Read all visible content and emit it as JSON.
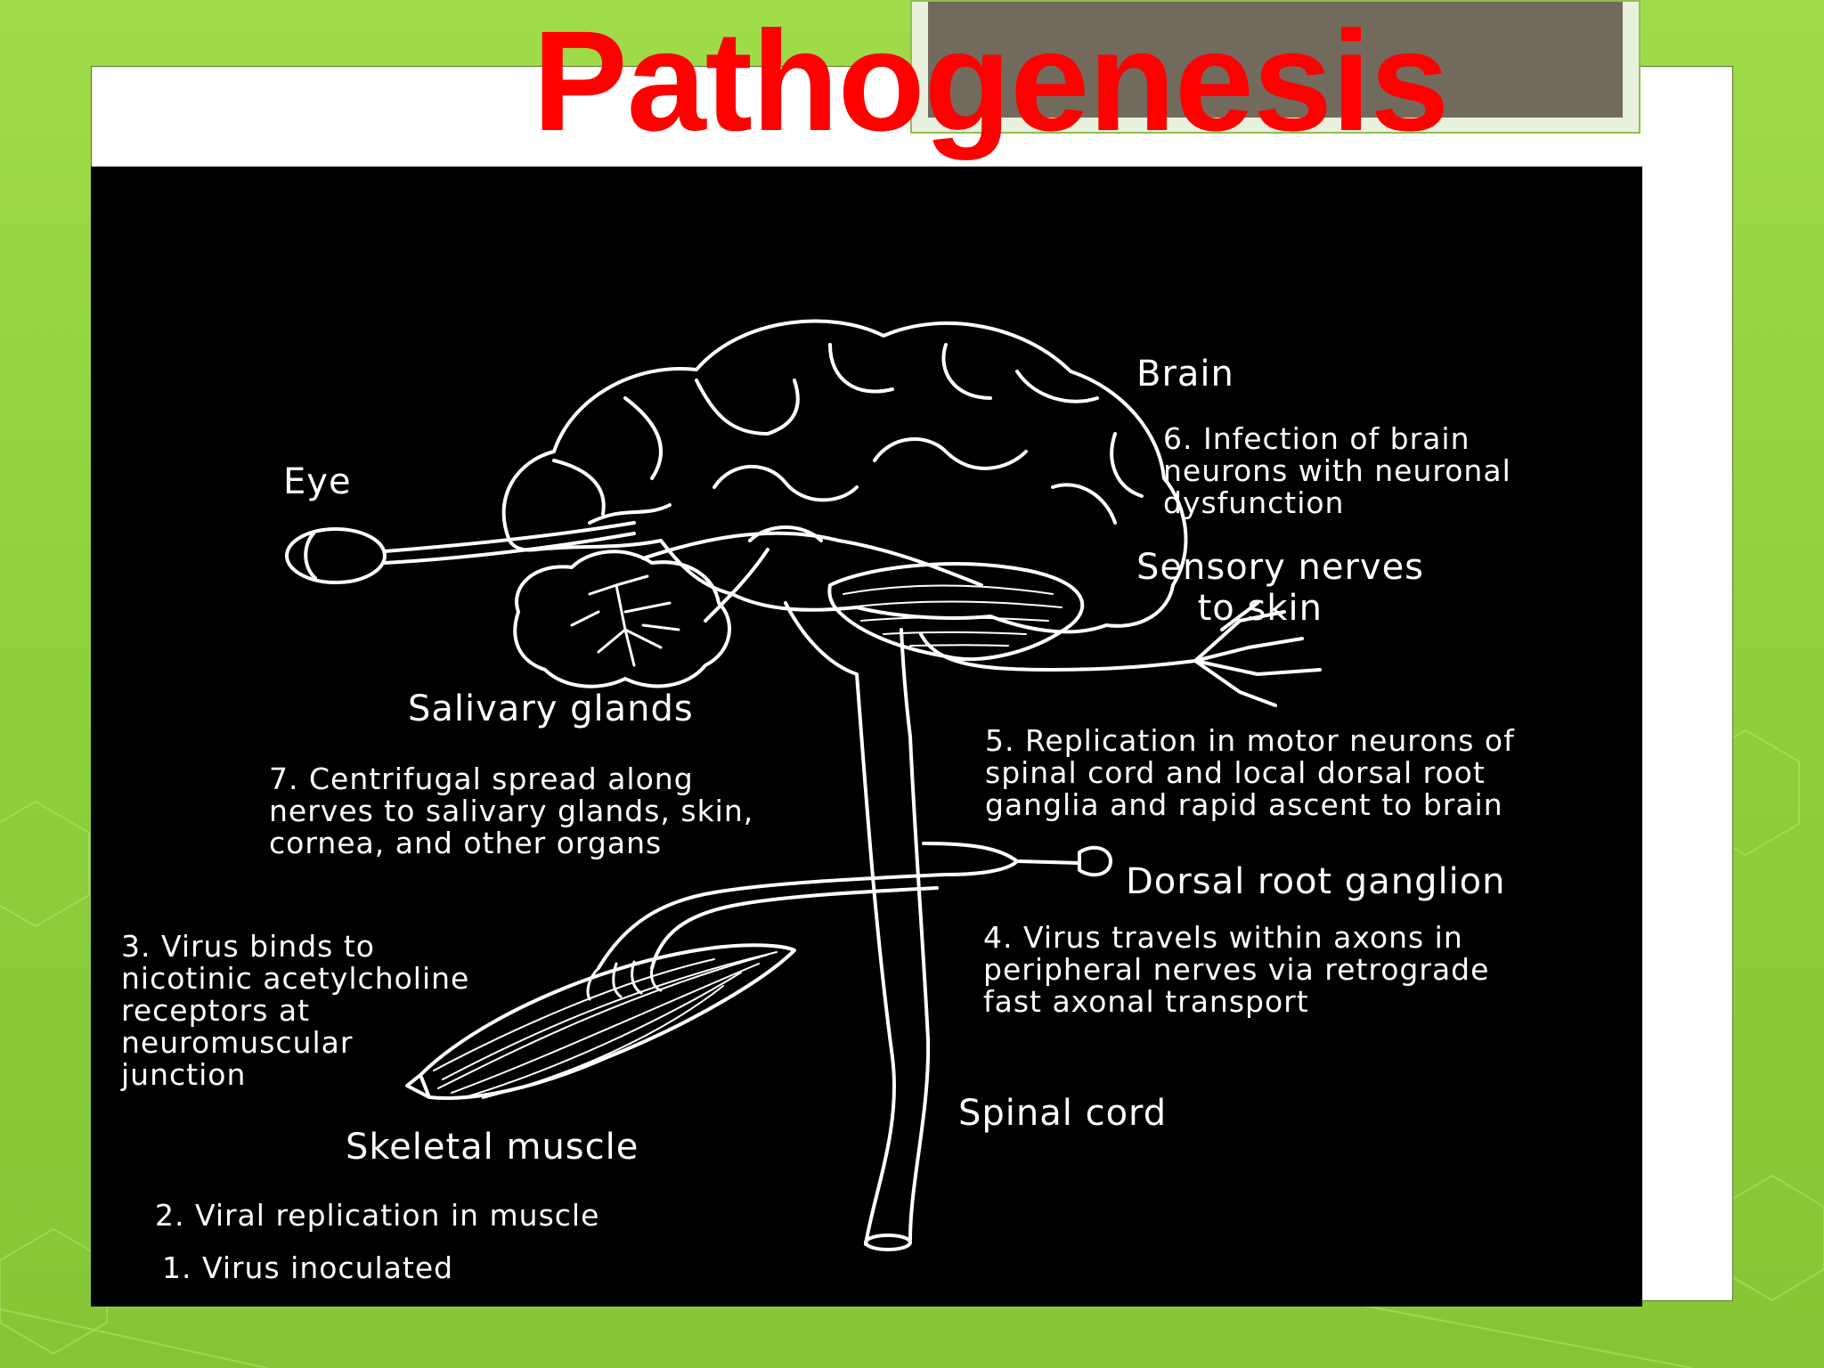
{
  "slide": {
    "title": "Pathogenesis",
    "title_color": "#ff0000",
    "background_color": "#92d442",
    "panel_color": "#000000"
  },
  "diagram": {
    "labels": {
      "brain": "Brain",
      "eye": "Eye",
      "sensory_nerves": "Sensory nerves\n     to skin",
      "salivary_glands": "Salivary glands",
      "dorsal_root_ganglion": "Dorsal root ganglion",
      "spinal_cord": "Spinal cord",
      "skeletal_muscle": "Skeletal muscle"
    },
    "steps": {
      "step1": "1. Virus inoculated",
      "step2": "2. Viral replication in muscle",
      "step3": "3. Virus binds to\nnicotinic acetylcholine\nreceptors at\nneuromuscular\njunction",
      "step4": "4. Virus travels within axons in\nperipheral nerves via retrograde\nfast axonal transport",
      "step5": "5. Replication in motor neurons of\nspinal cord and local dorsal root\nganglia and rapid ascent to brain",
      "step6": "6. Infection of brain\nneurons with neuronal\ndysfunction",
      "step7": "7. Centrifugal spread along\nnerves to salivary glands, skin,\ncornea, and other organs"
    }
  }
}
